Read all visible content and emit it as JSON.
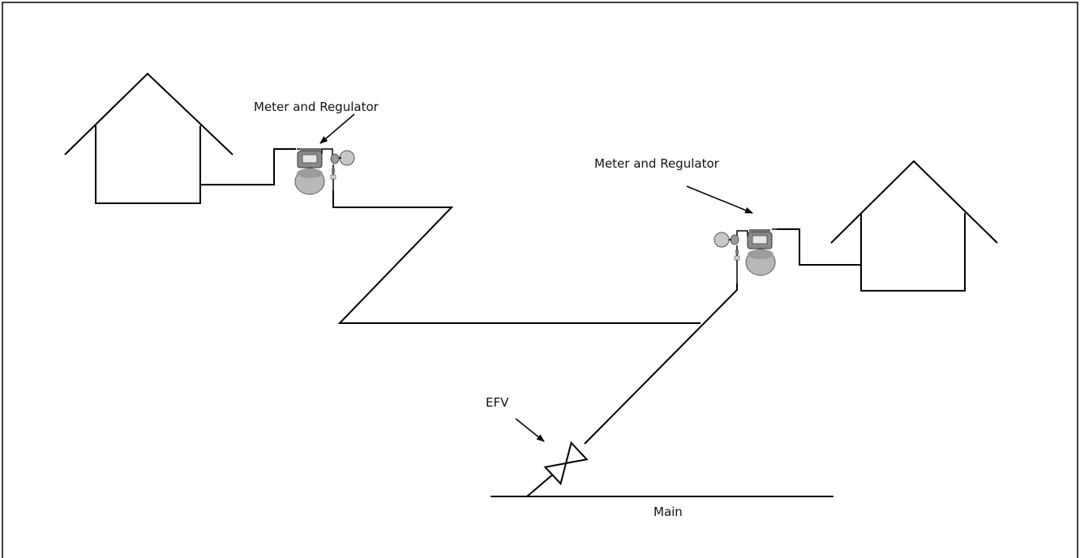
{
  "labels": {
    "meter_left": "Meter and Regulator",
    "meter_right": "Meter and Regulator",
    "efv": "EFV",
    "main": "Main"
  },
  "colors": {
    "line": "#000000",
    "meter_body": "#b8b8b8",
    "meter_dark": "#6f6f6f",
    "meter_face": "#e6e6e6",
    "background": "#ffffff"
  }
}
